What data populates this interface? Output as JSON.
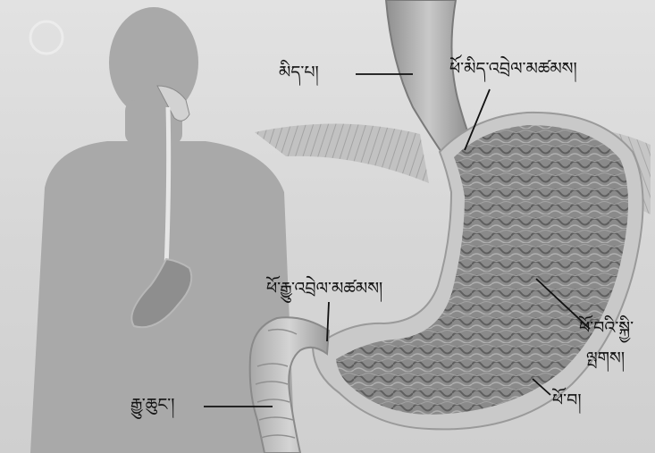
{
  "labels": {
    "esophagus": "མིད་པ།",
    "upper_sphincter": "ཕོ་མིད་འབྲེལ་མཚམས།",
    "lower_sphincter": "ཕོ་རྒྱུ་འབྲེལ་མཚམས།",
    "stomach_lining_line1": "ཕོ་བའི་སྐྱི་",
    "stomach_lining_line2": "ལྤགས།",
    "duodenum": "རྒྱུ་ཆུང་།",
    "stomach": "ཕོ་བ།"
  },
  "colors": {
    "background": "#d9d9d9",
    "silhouette": "#a9a9a9",
    "stomach_fill": "#8e8e8e",
    "stomach_wall": "#c8c8c8",
    "leader_line": "#111111"
  }
}
